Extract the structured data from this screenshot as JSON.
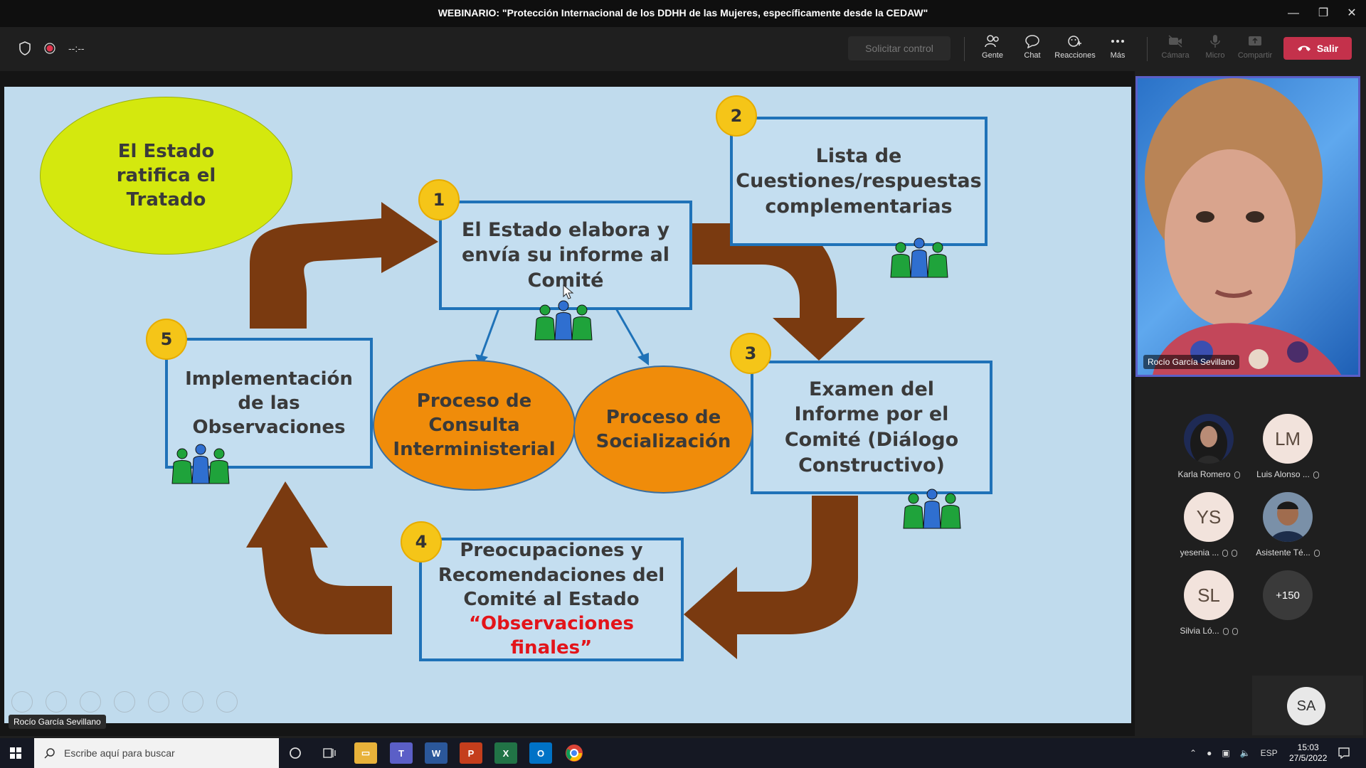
{
  "window": {
    "title": "WEBINARIO: \"Protección Internacional de los DDHH de las Mujeres, específicamente desde la CEDAW\"",
    "controls": [
      "minimize",
      "restore",
      "close"
    ]
  },
  "toolbar": {
    "timer": "--:--",
    "request_control": "Solicitar control",
    "people": "Gente",
    "chat": "Chat",
    "reactions": "Reacciones",
    "more": "Más",
    "camera": "Cámara",
    "mic": "Micro",
    "share": "Compartir",
    "leave": "Salir",
    "leave_color": "#c4314b"
  },
  "slide": {
    "ratify": "El Estado ratifica el Tratado",
    "step1_num": "1",
    "step1": "El Estado elabora y envía su informe al Comité",
    "step2_num": "2",
    "step2": "Lista de Cuestiones/respuestas complementarias",
    "step3_num": "3",
    "step3": "Examen del Informe por el Comité (Diálogo Constructivo)",
    "step4_num": "4",
    "step4_line1": "Preocupaciones y Recomendaciones del Comité al Estado",
    "step4_line2": "“Observaciones finales”",
    "step5_num": "5",
    "step5": "Implementación de las Observaciones",
    "consulta": "Proceso de Consulta Interministerial",
    "socializacion": "Proceso de Socialización",
    "colors": {
      "background": "#c0dbed",
      "box_border": "#1f72b8",
      "arrow": "#7a3a10",
      "orange": "#f08c0a",
      "yellow": "#d4e80e",
      "badge": "#f5c518",
      "highlight": "#e3141a"
    }
  },
  "presenter": {
    "name": "Rocío García Sevillano",
    "tag": "Rocío García Sevillano"
  },
  "participants": [
    {
      "initials": "",
      "name": "Karla Romero",
      "photo": true
    },
    {
      "initials": "LM",
      "name": "Luis Alonso ...",
      "photo": false
    },
    {
      "initials": "YS",
      "name": "yesenia ...",
      "photo": false
    },
    {
      "initials": "",
      "name": "Asistente Té...",
      "photo": true
    },
    {
      "initials": "SL",
      "name": "Silvia Ló...",
      "photo": false
    },
    {
      "initials": "+150",
      "name": "",
      "photo": false
    }
  ],
  "self_initials": "SA",
  "taskbar": {
    "search_placeholder": "Escribe aquí para buscar",
    "lang": "ESP",
    "time": "15:03",
    "date": "27/5/2022",
    "apps": [
      "file-explorer",
      "teams",
      "word",
      "powerpoint",
      "excel",
      "outlook",
      "chrome"
    ]
  }
}
